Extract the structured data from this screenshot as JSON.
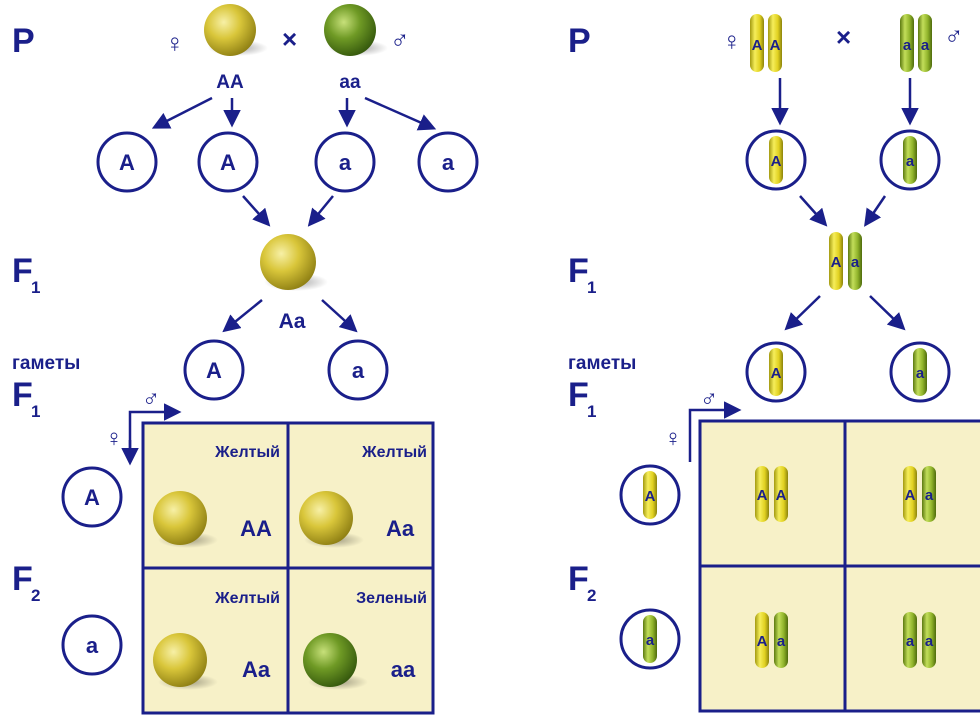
{
  "colors": {
    "ink": "#1a1f8a",
    "yellow_pea": "#c9b52a",
    "green_pea": "#5f8a1f",
    "cell_fill": "#f7f1c8",
    "chrom_yellow": "#e6d821",
    "chrom_green": "#8db02a"
  },
  "symbols": {
    "female": "♀",
    "male": "♂",
    "cross": "×"
  },
  "left": {
    "p_label": "P",
    "f1_label": "F",
    "f1_sub": "1",
    "gametes_label": "гаметы",
    "gametes_f_label": "F",
    "gametes_f_sub": "1",
    "f2_label": "F",
    "f2_sub": "2",
    "parent_female_genotype": "AA",
    "parent_male_genotype": "aa",
    "parent_gametes": [
      "A",
      "A",
      "a",
      "a"
    ],
    "f1_genotype": "Aa",
    "f1_gametes": [
      "A",
      "a"
    ],
    "row_gametes": [
      "A",
      "a"
    ],
    "grid": [
      {
        "phenotype": "Желтый",
        "genotype": "AA",
        "pea": "yellow"
      },
      {
        "phenotype": "Желтый",
        "genotype": "Aa",
        "pea": "yellow"
      },
      {
        "phenotype": "Желтый",
        "genotype": "Aa",
        "pea": "yellow"
      },
      {
        "phenotype": "Зеленый",
        "genotype": "aa",
        "pea": "green"
      }
    ]
  },
  "right": {
    "p_label": "P",
    "f1_label": "F",
    "f1_sub": "1",
    "gametes_label": "гаметы",
    "gametes_f_label": "F",
    "gametes_f_sub": "1",
    "f2_label": "F",
    "f2_sub": "2",
    "parent_female_alleles": [
      "A",
      "A"
    ],
    "parent_male_alleles": [
      "a",
      "a"
    ],
    "parent_gametes": [
      "A",
      "a"
    ],
    "f1_alleles": [
      "A",
      "a"
    ],
    "f1_gametes": [
      "A",
      "a"
    ],
    "row_gametes": [
      "A",
      "a"
    ],
    "grid": [
      [
        "A",
        "A"
      ],
      [
        "A",
        "a"
      ],
      [
        "A",
        "a"
      ],
      [
        "a",
        "a"
      ]
    ]
  }
}
